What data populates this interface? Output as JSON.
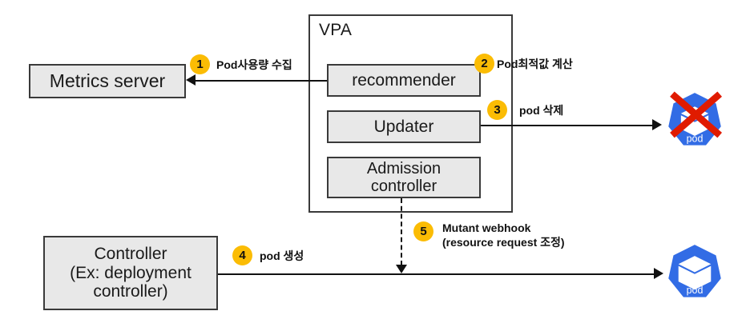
{
  "diagram": {
    "title": "Kubernetes VPA (Vertical Pod Autoscaler) flow",
    "background_color": "#ffffff",
    "box_fill": "#e8e8e8",
    "box_border": "#3a3a3a",
    "badge_color": "#fbbc04",
    "line_color": "#111111",
    "pod_icon_color": "#326ce5",
    "pod_x_color": "#e01b00"
  },
  "nodes": {
    "metrics_server": {
      "label": "Metrics server"
    },
    "controller": {
      "label": "Controller\n(Ex: deployment\ncontroller)"
    },
    "vpa": {
      "title": "VPA",
      "components": [
        {
          "label": "recommender"
        },
        {
          "label": "Updater"
        },
        {
          "label": "Admission\ncontroller"
        }
      ]
    },
    "pod_deleted": {
      "label": "pod",
      "state": "deleted"
    },
    "pod_created": {
      "label": "pod",
      "state": "created"
    }
  },
  "steps": [
    {
      "number": "1",
      "label": "Pod사용량 수집",
      "from": "recommender",
      "to": "metrics-server"
    },
    {
      "number": "2",
      "label": "Pod최적값 계산",
      "from": "recommender",
      "to": "updater"
    },
    {
      "number": "3",
      "label": "pod 삭제",
      "from": "updater",
      "to": "pod-deleted"
    },
    {
      "number": "4",
      "label": "pod 생성",
      "from": "controller",
      "to": "pod-created"
    },
    {
      "number": "5",
      "label": "Mutant webhook\n(resource request 조정)",
      "from": "admission-controller",
      "to": "pod-created"
    }
  ]
}
